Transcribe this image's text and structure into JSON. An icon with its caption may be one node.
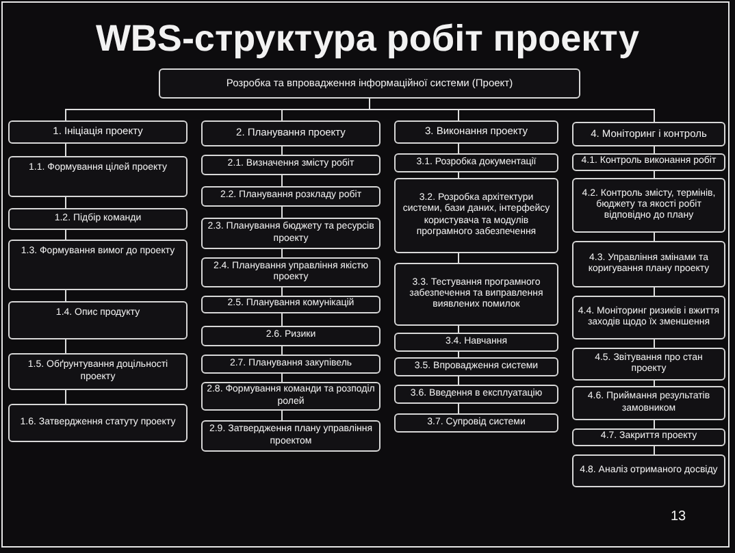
{
  "diagram": {
    "title": "WBS-структура робіт проекту",
    "nodes": [
      {
        "text": [
          "Розробка та впровадження інформаційної системи (Проект)"
        ]
      },
      {
        "text": [
          "1. Ініціація проекту"
        ]
      },
      {
        "text": [
          "1.1. Формування цілей проекту"
        ]
      },
      {
        "text": [
          "1.2. Підбір команди"
        ]
      },
      {
        "text": [
          "1.3. Формування вимог до проекту"
        ]
      },
      {
        "text": [
          "1.4. Опис продукту"
        ]
      },
      {
        "text": [
          "1.5. Обґрунтування доцільності проекту"
        ]
      },
      {
        "text": [
          "1.6. Затвердження статуту проекту"
        ]
      },
      {
        "text": [
          "2. Планування проекту"
        ]
      },
      {
        "text": [
          "2.1. Визначення змісту робіт"
        ]
      },
      {
        "text": [
          "2.2. Планування розкладу робіт"
        ]
      },
      {
        "text": [
          "2.3. Планування бюджету та ресурсів проекту"
        ]
      },
      {
        "text": [
          "2.4. Планування управління якістю проекту"
        ]
      },
      {
        "text": [
          "2.5. Планування комунікацій"
        ]
      },
      {
        "text": [
          "2.6. Ризики"
        ]
      },
      {
        "text": [
          "2.7. Планування закупівель"
        ]
      },
      {
        "text": [
          "2.8. Формування команди та розподіл ролей"
        ]
      },
      {
        "text": [
          "2.9. Затвердження плану управління проектом"
        ]
      },
      {
        "text": [
          "3. Виконання проекту"
        ]
      },
      {
        "text": [
          "3.1. Розробка документації"
        ]
      },
      {
        "text": [
          "3.2. Розробка архітектури системи, бази даних, інтерфейсу користувача та модулів програмного забезпечення"
        ]
      },
      {
        "text": [
          "3.3. Тестування програмного забезпечення та виправлення виявлених помилок"
        ]
      },
      {
        "text": [
          "3.4. Навчання"
        ]
      },
      {
        "text": [
          "3.5. Впровадження системи"
        ]
      },
      {
        "text": [
          "3.6. Введення в експлуатацію"
        ]
      },
      {
        "text": [
          "3.7. Супровід системи"
        ]
      },
      {
        "text": [
          "4. Моніторинг і контроль"
        ]
      },
      {
        "text": [
          "4.1. Контроль виконання робіт"
        ]
      },
      {
        "text": [
          "4.2. Контроль змісту, термінів, бюджету та якості робіт відповідно до плану"
        ]
      },
      {
        "text": [
          "4.3. Управління змінами та коригування плану проекту"
        ]
      },
      {
        "text": [
          "4.4. Моніторинг ризиків і вжиття заходів щодо їх зменшення"
        ]
      },
      {
        "text": [
          "4.5. Звітування про стан проекту"
        ]
      },
      {
        "text": [
          "4.6. Приймання результатів замовником"
        ]
      },
      {
        "text": [
          "4.7. Закриття проекту"
        ]
      },
      {
        "text": [
          "4.8. Аналіз отриманого досвіду"
        ]
      }
    ],
    "edges": [
      {
        "from": 0,
        "to": 1,
        "arrow": "none"
      },
      {
        "from": 0,
        "to": 8,
        "arrow": "none"
      },
      {
        "from": 0,
        "to": 18,
        "arrow": "none"
      },
      {
        "from": 0,
        "to": 26,
        "arrow": "none"
      },
      {
        "from": 1,
        "to": 2,
        "arrow": "none"
      },
      {
        "from": 2,
        "to": 3,
        "arrow": "none"
      },
      {
        "from": 3,
        "to": 4,
        "arrow": "none"
      },
      {
        "from": 4,
        "to": 5,
        "arrow": "none"
      },
      {
        "from": 5,
        "to": 6,
        "arrow": "none"
      },
      {
        "from": 6,
        "to": 7,
        "arrow": "none"
      },
      {
        "from": 8,
        "to": 9,
        "arrow": "none"
      },
      {
        "from": 9,
        "to": 10,
        "arrow": "none"
      },
      {
        "from": 10,
        "to": 11,
        "arrow": "none"
      },
      {
        "from": 11,
        "to": 12,
        "arrow": "none"
      },
      {
        "from": 12,
        "to": 13,
        "arrow": "none"
      },
      {
        "from": 13,
        "to": 14,
        "arrow": "none"
      },
      {
        "from": 14,
        "to": 15,
        "arrow": "none"
      },
      {
        "from": 15,
        "to": 16,
        "arrow": "none"
      },
      {
        "from": 16,
        "to": 17,
        "arrow": "none"
      },
      {
        "from": 18,
        "to": 19,
        "arrow": "none"
      },
      {
        "from": 19,
        "to": 20,
        "arrow": "none"
      },
      {
        "from": 20,
        "to": 21,
        "arrow": "none"
      },
      {
        "from": 21,
        "to": 22,
        "arrow": "none"
      },
      {
        "from": 22,
        "to": 23,
        "arrow": "none"
      },
      {
        "from": 23,
        "to": 24,
        "arrow": "none"
      },
      {
        "from": 24,
        "to": 25,
        "arrow": "none"
      },
      {
        "from": 26,
        "to": 27,
        "arrow": "none"
      },
      {
        "from": 27,
        "to": 28,
        "arrow": "none"
      },
      {
        "from": 28,
        "to": 29,
        "arrow": "none"
      },
      {
        "from": 29,
        "to": 30,
        "arrow": "none"
      },
      {
        "from": 30,
        "to": 31,
        "arrow": "none"
      },
      {
        "from": 31,
        "to": 32,
        "arrow": "none"
      },
      {
        "from": 32,
        "to": 33,
        "arrow": "none"
      },
      {
        "from": 33,
        "to": 34,
        "arrow": "none"
      }
    ],
    "labels": [
      "13"
    ]
  }
}
